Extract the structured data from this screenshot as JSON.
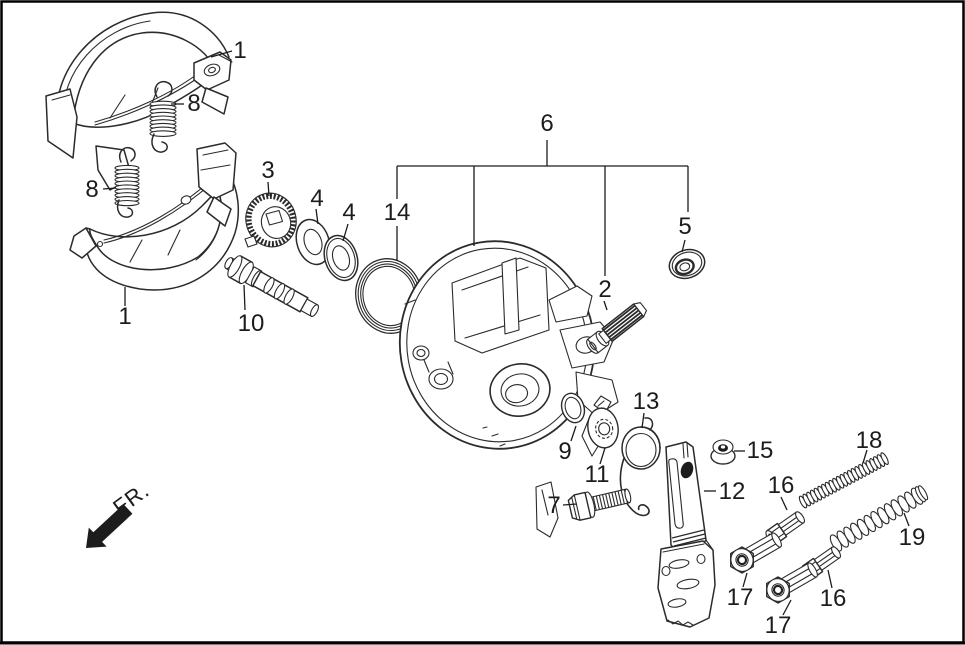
{
  "figure": {
    "type": "exploded-parts-diagram",
    "subject": "drum brake panel assembly",
    "background_color": "#ffffff",
    "line_color": "#2b2b2b",
    "label_color": "#1c1c1c",
    "border_color": "#000000",
    "orientation_label": "FR."
  },
  "labels": {
    "part1_top": "1",
    "part8_top": "8",
    "part8_left": "8",
    "part1_bottom": "1",
    "part3": "3",
    "part4_a": "4",
    "part4_b": "4",
    "part10": "10",
    "part14": "14",
    "part6": "6",
    "part5": "5",
    "part2": "2",
    "part9": "9",
    "part11": "11",
    "part13": "13",
    "part12": "12",
    "part15": "15",
    "part7": "7",
    "part18": "18",
    "part19": "19",
    "part16_top": "16",
    "part16_bottom": "16",
    "part17_top": "17",
    "part17_bottom": "17"
  }
}
